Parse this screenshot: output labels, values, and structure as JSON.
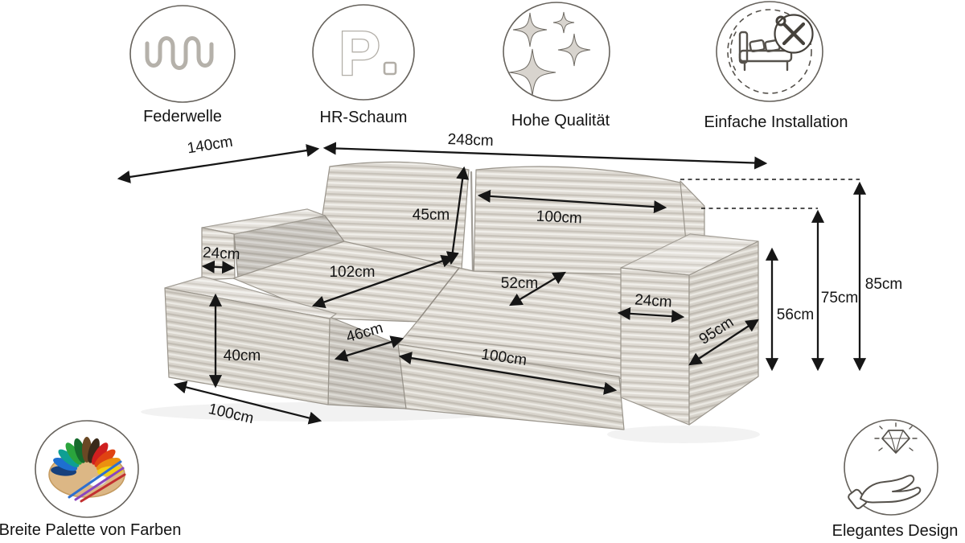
{
  "features": {
    "federwelle": {
      "label": "Federwelle",
      "icon": "spring-wave-icon"
    },
    "hr_schaum": {
      "label": "HR-Schaum",
      "icon": "letter-p-icon",
      "icon_letter": "P"
    },
    "hohe_qualitaet": {
      "label": "Hohe Qualität",
      "icon": "sparkles-icon"
    },
    "einfache_installation": {
      "label": "Einfache Installation",
      "icon": "bed-tools-icon"
    },
    "breite_palette": {
      "label": "Breite Palette von Farben",
      "icon": "paint-palette-icon"
    },
    "elegantes_design": {
      "label": "Elegantes Design",
      "icon": "hand-diamond-icon"
    }
  },
  "dimensions": {
    "total_depth": {
      "label": "140cm"
    },
    "total_width": {
      "label": "248cm"
    },
    "backrest_cushion_height": {
      "label": "45cm"
    },
    "backrest_cushion_width": {
      "label": "100cm"
    },
    "left_armrest_width": {
      "label": "24cm"
    },
    "seat_depth": {
      "label": "102cm"
    },
    "front_seat_depth": {
      "label": "52cm"
    },
    "right_armrest_width": {
      "label": "24cm"
    },
    "right_armrest_depth": {
      "label": "95cm"
    },
    "armrest_height": {
      "label": "56cm"
    },
    "backrest_height": {
      "label": "75cm"
    },
    "total_height": {
      "label": "85cm"
    },
    "chaise_height": {
      "label": "40cm"
    },
    "chaise_step_depth": {
      "label": "46cm"
    },
    "seat_front_width": {
      "label": "100cm"
    },
    "chaise_front_width": {
      "label": "100cm"
    }
  },
  "colors": {
    "annotation": "#161616",
    "fabric_base": "#dedad3",
    "fabric_dark_rib": "#c7c2b9",
    "fabric_light_rib": "#f0eee9",
    "outline": "#9a958c",
    "icon_circle_stroke": "#66625c"
  }
}
